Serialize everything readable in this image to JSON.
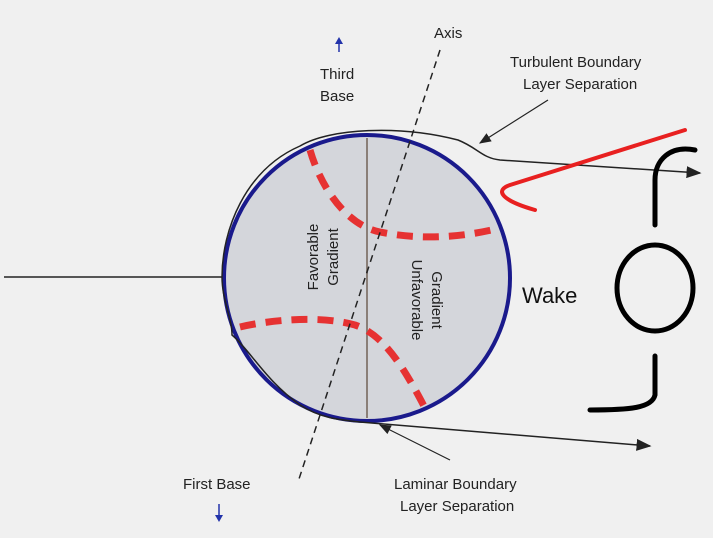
{
  "labels": {
    "axis": "Axis",
    "third_base_line1": "Third",
    "third_base_line2": "Base",
    "first_base": "First Base",
    "turbulent_line1": "Turbulent Boundary",
    "turbulent_line2": "Layer Separation",
    "laminar_line1": "Laminar Boundary",
    "laminar_line2": "Layer Separation",
    "favorable_line1": "Favorable",
    "favorable_line2": "Gradient",
    "unfavorable_line1": "Unfavorable",
    "unfavorable_line2": "Gradient",
    "wake": "Wake"
  },
  "colors": {
    "background": "#f0f0f0",
    "ball_fill": "#d4d6db",
    "ball_outline": "#1a1a8c",
    "seam": "#e63232",
    "annotation": "#e82020",
    "arrow_up_down": "#2233aa",
    "lines": "#222222"
  },
  "icons": {
    "third_base_arrow": "arrow-up-icon",
    "first_base_arrow": "arrow-down-icon"
  }
}
